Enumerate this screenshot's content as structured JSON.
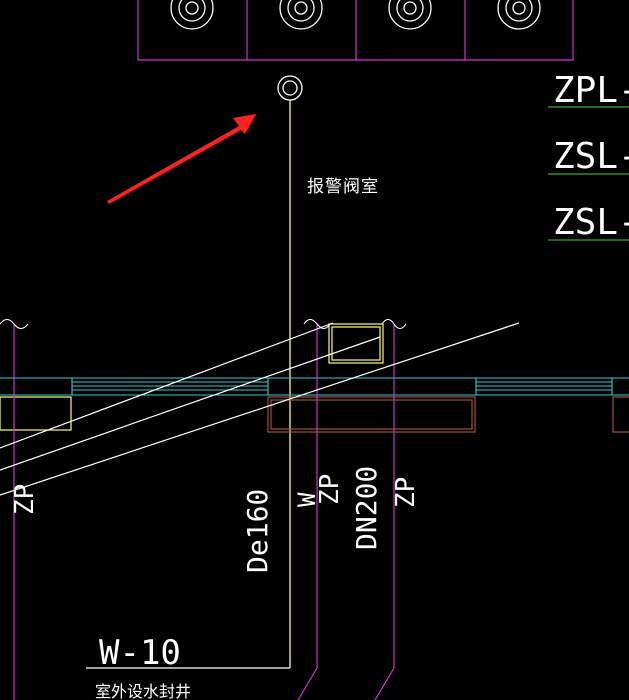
{
  "colors": {
    "background": "#000000",
    "white": "#ffffff",
    "yellow": "#ffff66",
    "magenta": "#cc33cc",
    "cyan": "#33cccc",
    "green": "#33aa33",
    "brown": "#a05040",
    "red": "#ff2020"
  },
  "labels": {
    "riser_zpl": "ZPL-",
    "riser_zsl_1": "ZSL-",
    "riser_zsl_2": "ZSL-",
    "alarm_valve_room": "报警阀室",
    "pipe_zp_left": "ZP",
    "pipe_de160": "De160",
    "pipe_w": "W",
    "pipe_zp_mid": "ZP",
    "pipe_dn200": "DN200",
    "pipe_zp_right": "ZP",
    "pipe_w10": "W-10",
    "outdoor_drain_well": "室外设水封井"
  }
}
